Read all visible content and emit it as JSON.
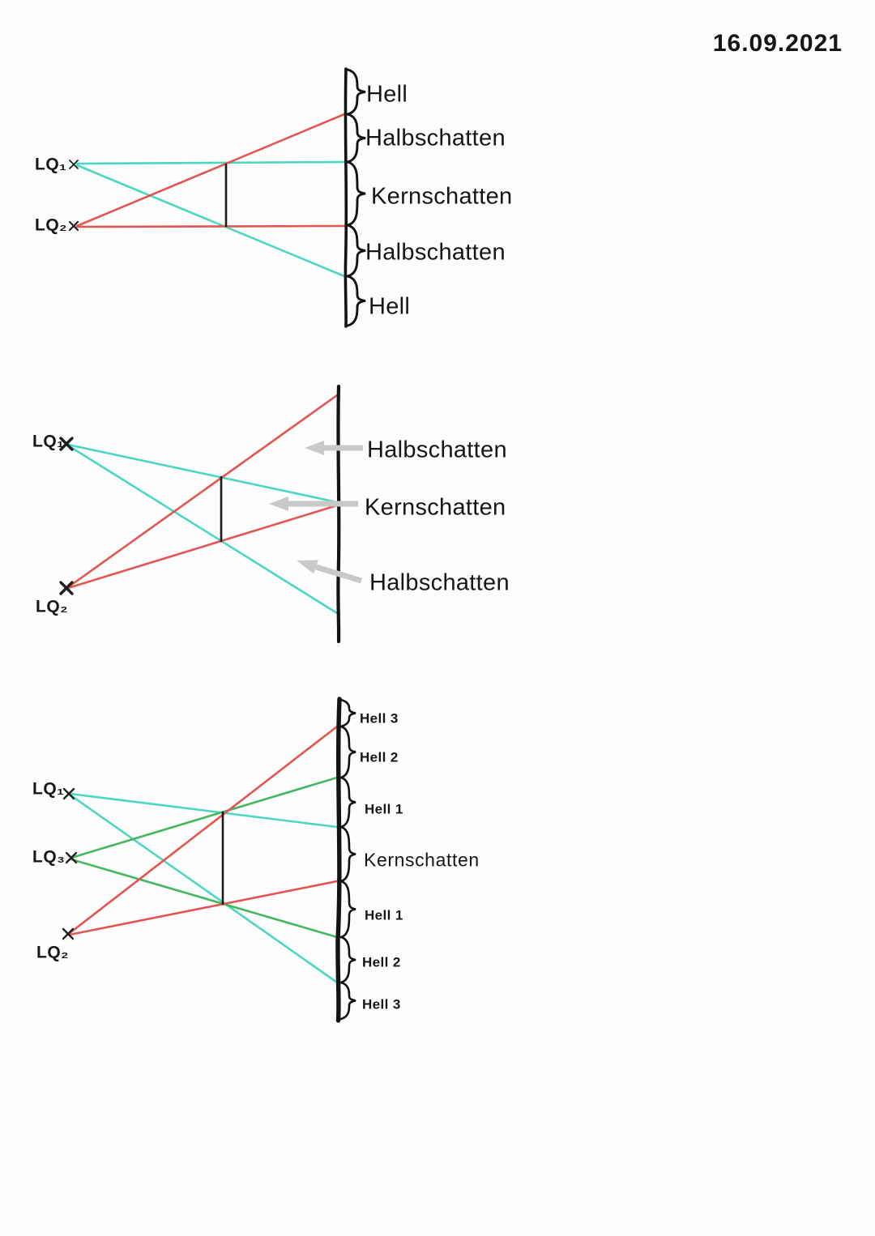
{
  "date": "16.09.2021",
  "colors": {
    "ray_red": "#e25551",
    "ray_cyan": "#4bd7c2",
    "ray_green": "#43b75c",
    "arrow_gray": "#c9c9c9",
    "ink": "#131313"
  },
  "diagrams": [
    {
      "id": "two-light-sources-with-braces",
      "sources": [
        {
          "label": "LQ₁"
        },
        {
          "label": "LQ₂"
        }
      ],
      "screen_regions": [
        "Hell",
        "Halbschatten",
        "Kernschatten",
        "Halbschatten",
        "Hell"
      ]
    },
    {
      "id": "two-light-sources-with-arrows",
      "sources": [
        {
          "label": "LQ₁"
        },
        {
          "label": "LQ₂"
        }
      ],
      "screen_regions": [
        "Halbschatten",
        "Kernschatten",
        "Halbschatten"
      ]
    },
    {
      "id": "three-light-sources",
      "sources": [
        {
          "label": "LQ₁"
        },
        {
          "label": "LQ₃"
        },
        {
          "label": "LQ₂"
        }
      ],
      "screen_regions": [
        "Hell 3",
        "Hell 2",
        "Hell 1",
        "Kernschatten",
        "Hell 1",
        "Hell 2",
        "Hell 3"
      ]
    }
  ]
}
